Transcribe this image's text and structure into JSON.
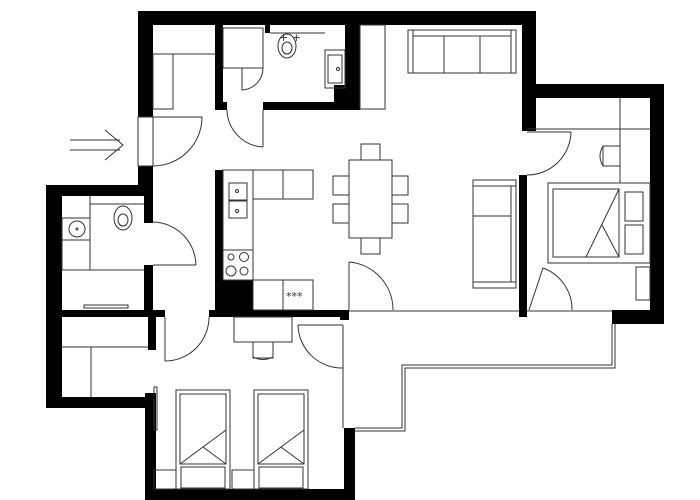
{
  "diagram": {
    "type": "floor-plan",
    "colors": {
      "wall": "#000000",
      "line": "#333333",
      "background": "#ffffff"
    },
    "entrance": {
      "icon": "entrance-arrow-icon",
      "direction": "right"
    },
    "rooms": [
      {
        "id": "hallway",
        "label": "Entrance hallway"
      },
      {
        "id": "bathroom-top",
        "label": "Bathroom (toilet, sink)"
      },
      {
        "id": "wc-left",
        "label": "WC (toilet, washbasin)"
      },
      {
        "id": "kitchen",
        "label": "Kitchen"
      },
      {
        "id": "living",
        "label": "Living / dining room"
      },
      {
        "id": "bedroom-right",
        "label": "Bedroom (double bed)"
      },
      {
        "id": "bedroom-bottom",
        "label": "Bedroom (two single beds)"
      },
      {
        "id": "balcony",
        "label": "Balcony / terrace"
      }
    ],
    "kitchen": {
      "oven_symbol": "***"
    },
    "furniture": [
      "sofa",
      "dining-table",
      "chairs",
      "armchair-sofa",
      "double-bed",
      "single-beds",
      "desk",
      "wardrobes",
      "toilets",
      "sinks",
      "cooktop"
    ]
  }
}
